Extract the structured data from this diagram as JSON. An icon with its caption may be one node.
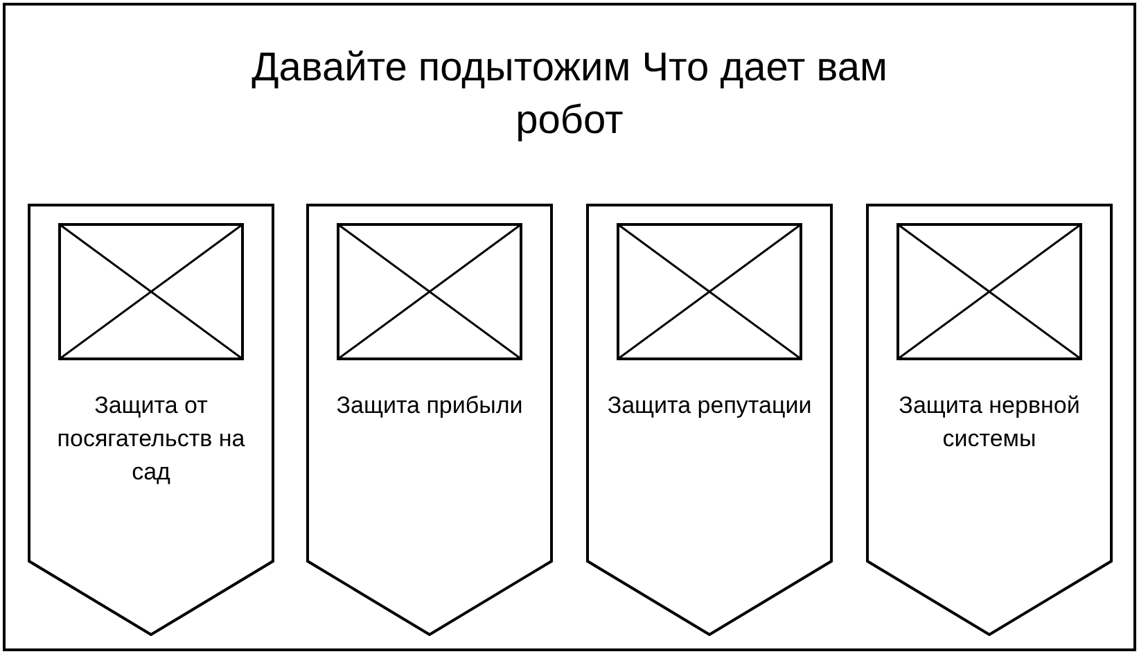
{
  "diagram": {
    "title": "Давайте подытожим Что дает вам робот",
    "nodes": [
      {
        "text": [
          "Защита от посягательств на сад"
        ]
      },
      {
        "text": [
          "Защита прибыли"
        ]
      },
      {
        "text": [
          "Защита репутации"
        ]
      },
      {
        "text": [
          "Защита нервной системы"
        ]
      }
    ],
    "edges": []
  }
}
